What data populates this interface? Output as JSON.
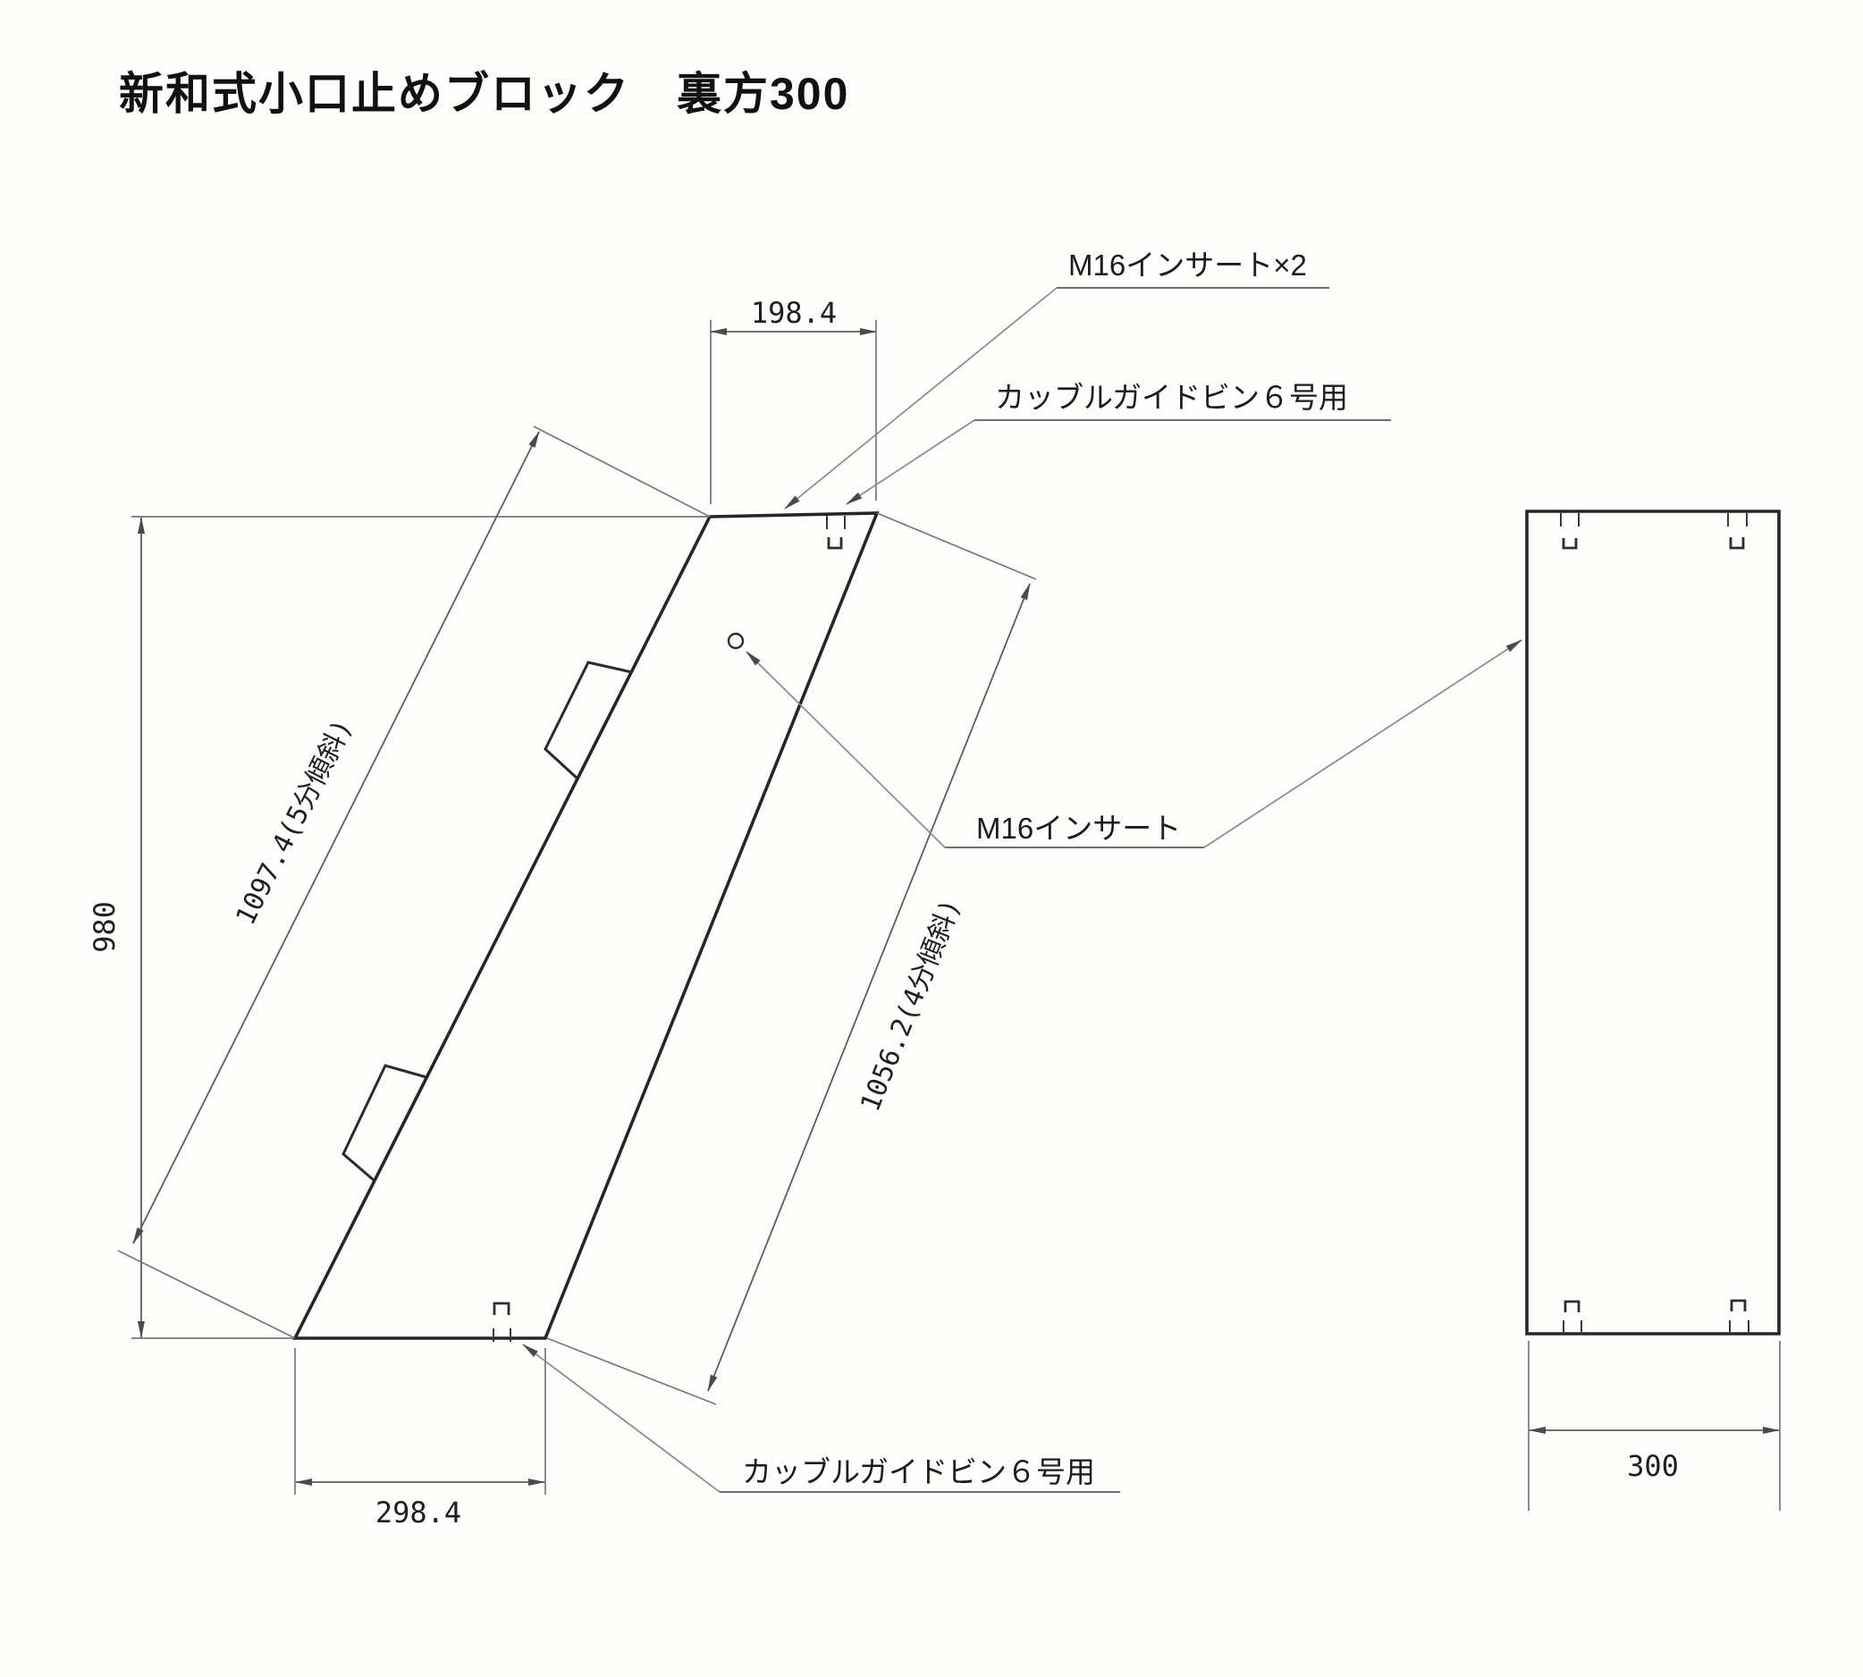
{
  "title": "新和式小口止めブロック　裏方300",
  "front_view": {
    "dim_top_width": "198.4",
    "dim_height": "980",
    "dim_left_slope": "1097.4(5分傾斜)",
    "dim_right_slope": "1056.2(4分傾斜)",
    "dim_bottom_width": "298.4"
  },
  "side_view": {
    "dim_width": "300"
  },
  "callouts": {
    "insert_x2": "M16インサート×2",
    "guide_pin_top": "カッブルガイドビン６号用",
    "insert_single": "M16インサート",
    "guide_pin_bottom": "カッブルガイドビン６号用"
  },
  "colors": {
    "paper": "#fdfdfc",
    "ink": "#262626",
    "dim_line": "#5d5d5d"
  }
}
